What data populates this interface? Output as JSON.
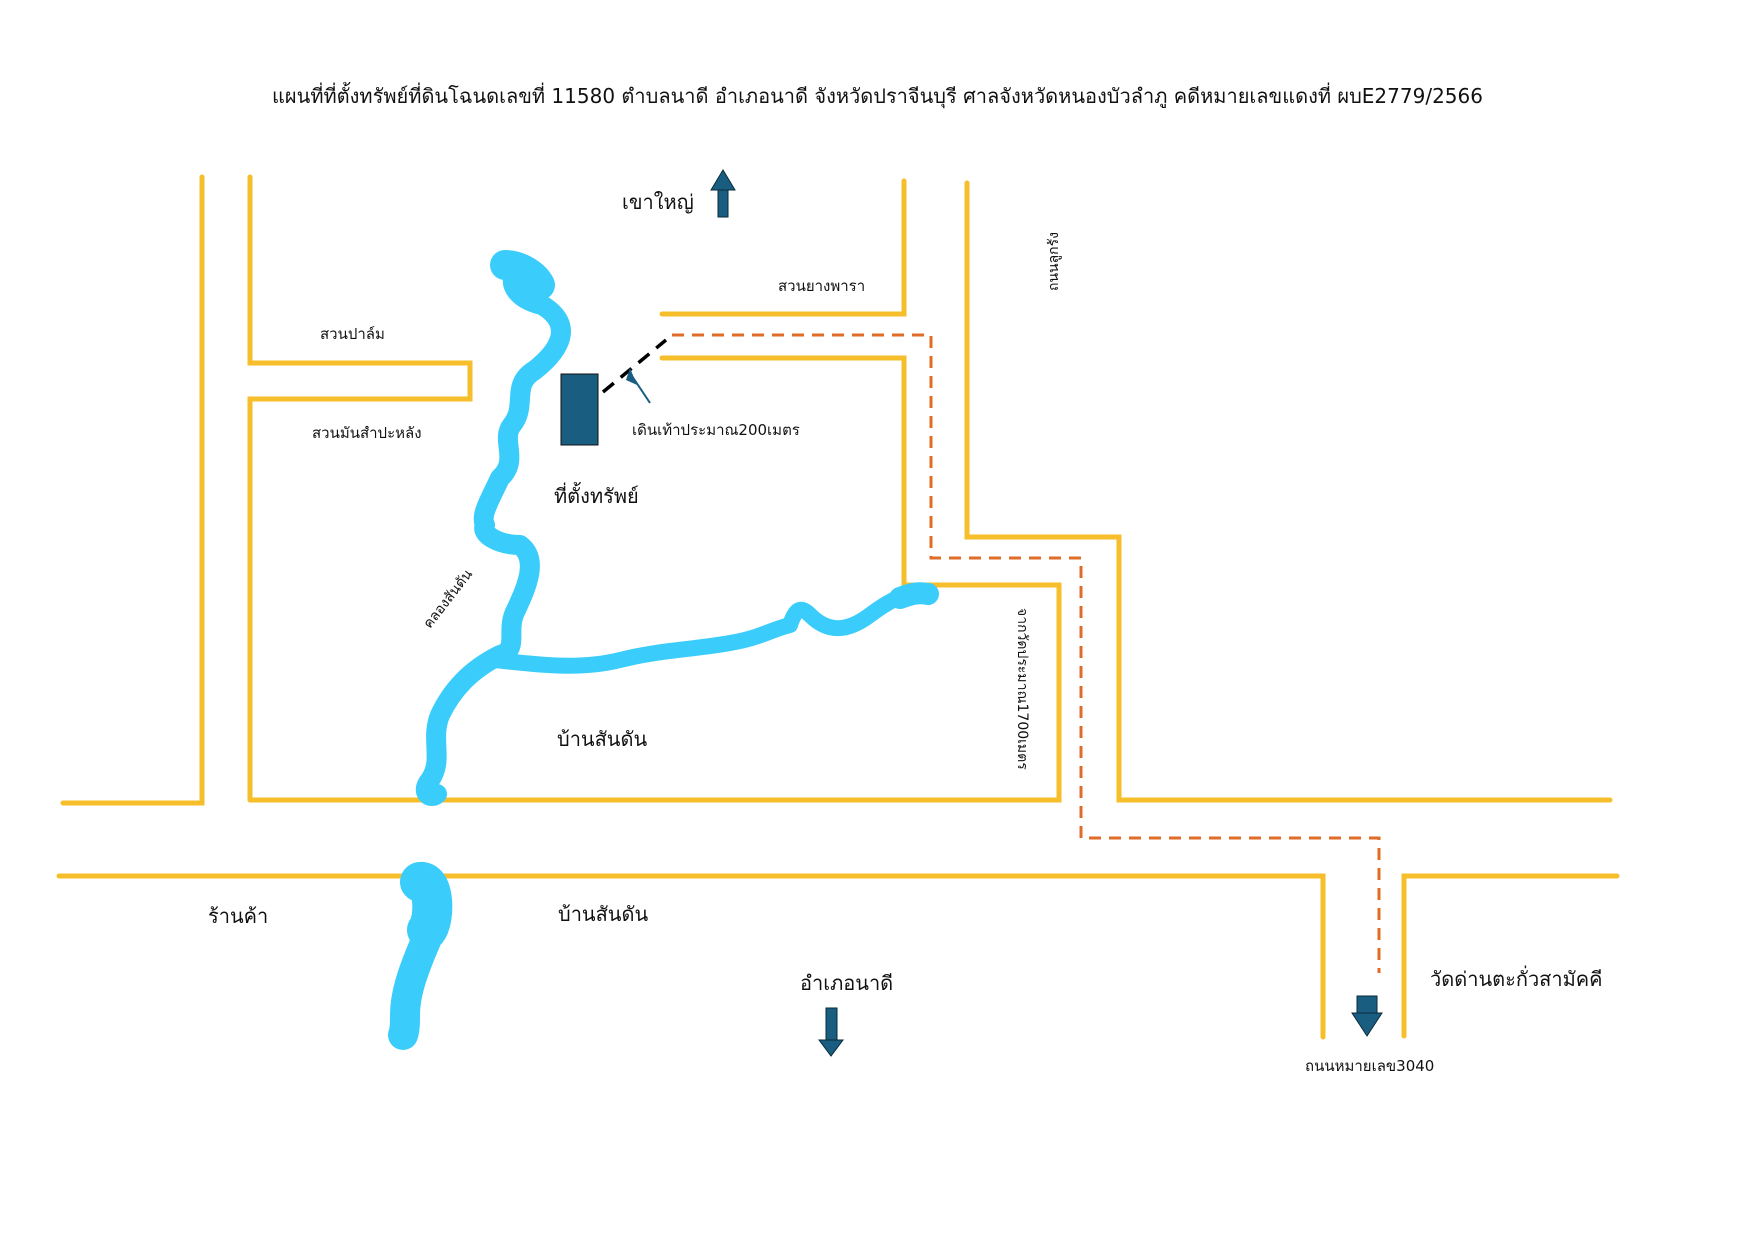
{
  "title": "แผนที่ที่ตั้งทรัพย์ที่ดินโฉนดเลขที่ 11580 ตำบลนาดี อำเภอนาดี จังหวัดปราจีนบุรี ศาลจังหวัดหนองบัวลำภู คดีหมายเลขแดงที่ ผบE2779/2566",
  "colors": {
    "road": "#F6BE2A",
    "canal": "#3ACDFB",
    "property": "#195E80",
    "arrow": "#195E80",
    "route": "#E06C2A",
    "walk_path": "#000000"
  },
  "icons": {
    "north_arrow": "arrow-up-icon",
    "south_arrow_1": "arrow-down-icon",
    "south_arrow_2": "arrow-down-icon",
    "property_marker": "rectangle-marker-icon"
  },
  "labels": {
    "khao_yai": "เขาใหญ่",
    "suan_yang": "สวนยางพารา",
    "suan_palm": "สวนปาล์ม",
    "suan_mansampalang": "สวนมันสำปะหลัง",
    "walk": "เดินเท้าประมาณ200เมตร",
    "property": "ที่ตั้งทรัพย์",
    "canal": "คลองสันดัน",
    "ban_sandan_1": "บ้านสันดัน",
    "ban_sandan_2": "บ้านสันดัน",
    "shop": "ร้านค้า",
    "amphoe_nadi": "อำเภอนาดี",
    "wat": "วัดด่านตะกั่วสามัคคี",
    "road_3040": "ถนนหมายเลข3040",
    "vertical_top": "ถนนลูกรัง",
    "vertical_side": "จากวัดประมาณ1700เมตร"
  }
}
